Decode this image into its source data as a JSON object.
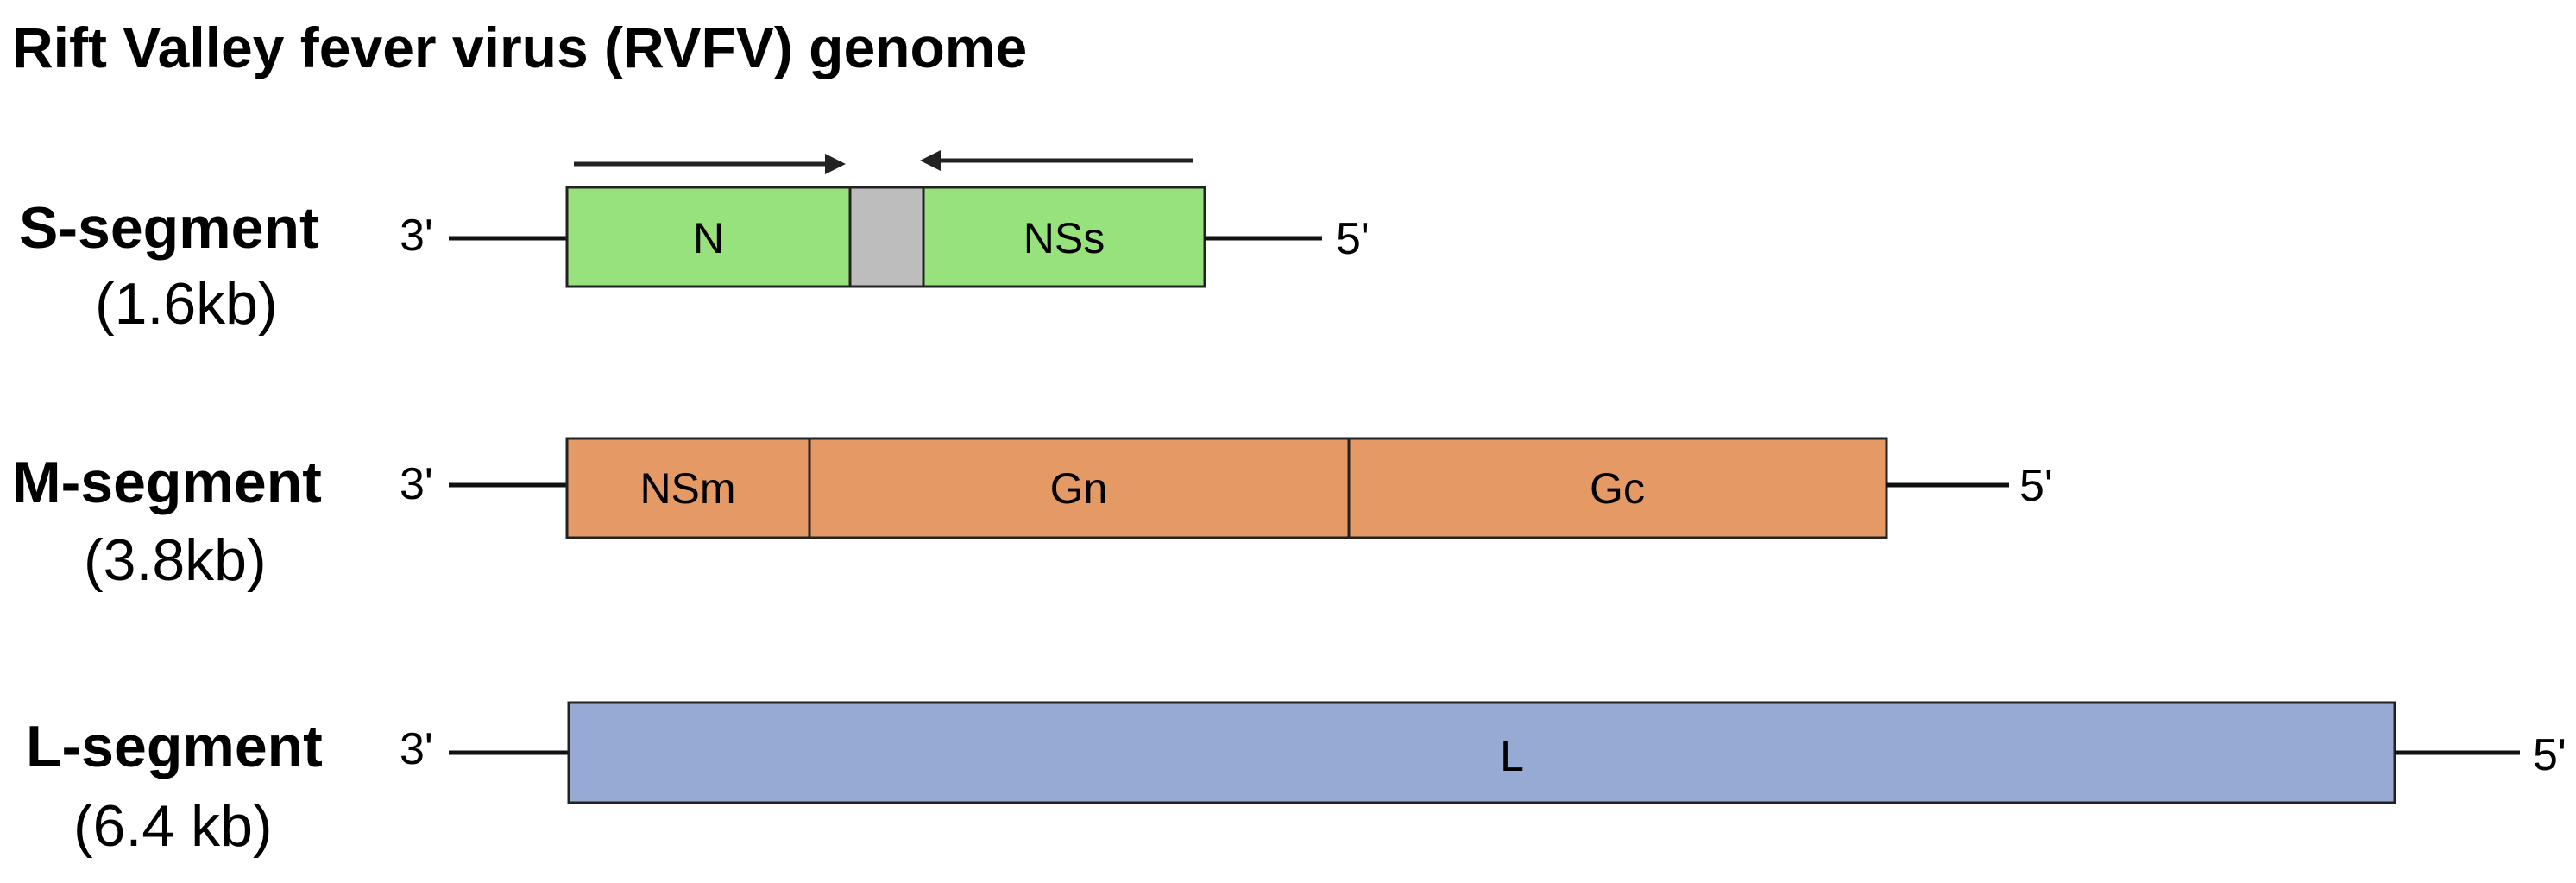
{
  "title": "Rift Valley fever virus (RVFV) genome",
  "segments": [
    {
      "name": "S-segment",
      "size": "(1.6kb)",
      "end3": "3'",
      "end5": "5'",
      "genes": [
        {
          "label": "N",
          "color": "#98e27e"
        },
        {
          "label": "",
          "color": "#bdbdbd"
        },
        {
          "label": "NSs",
          "color": "#98e27e"
        }
      ]
    },
    {
      "name": "M-segment",
      "size": "(3.8kb)",
      "end3": "3'",
      "end5": "5'",
      "genes": [
        {
          "label": "NSm",
          "color": "#e59a66"
        },
        {
          "label": "Gn",
          "color": "#e59a66"
        },
        {
          "label": "Gc",
          "color": "#e59a66"
        }
      ]
    },
    {
      "name": "L-segment",
      "size": "(6.4 kb)",
      "end3": "3'",
      "end5": "5'",
      "genes": [
        {
          "label": "L",
          "color": "#97aad3"
        }
      ]
    }
  ]
}
